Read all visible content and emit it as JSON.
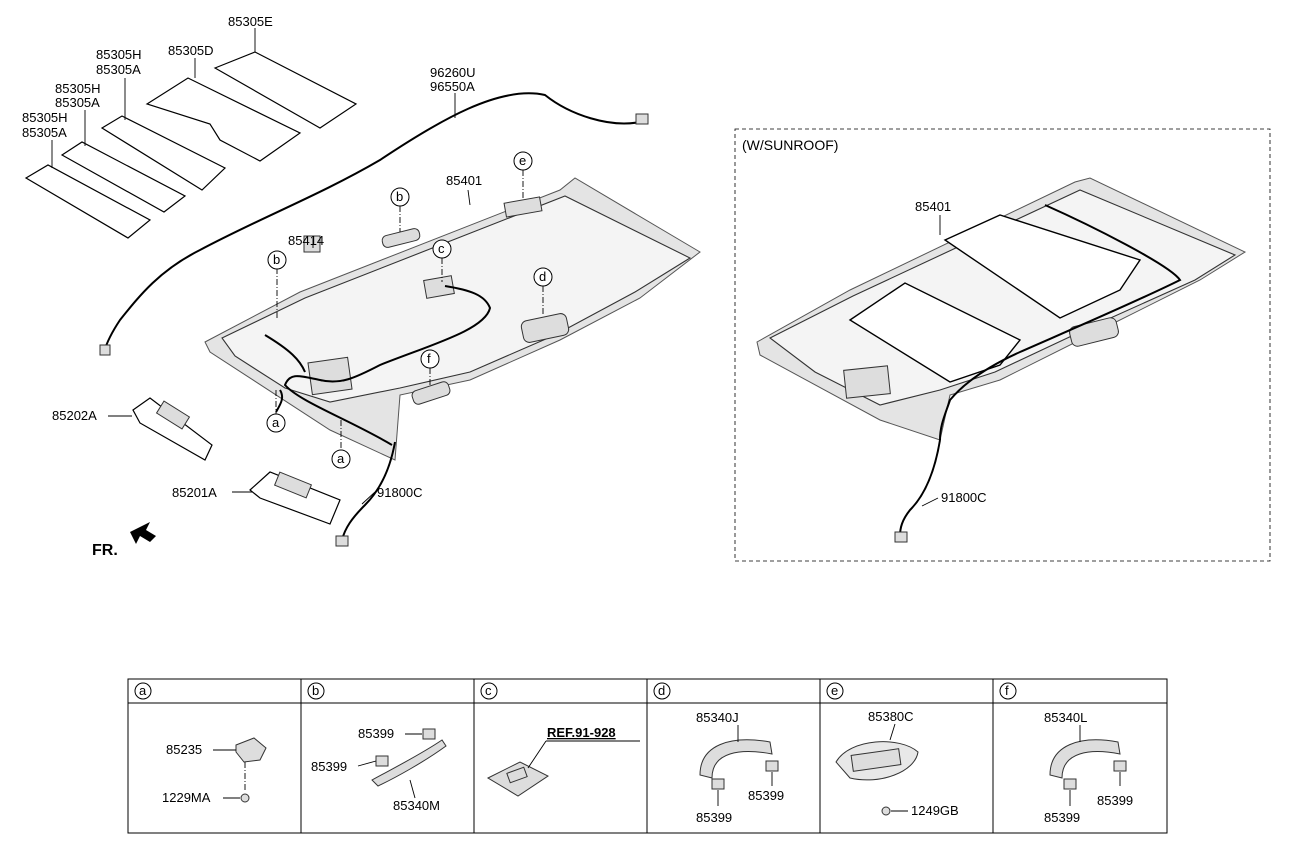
{
  "main_labels": {
    "p85305E": "85305E",
    "p85305D": "85305D",
    "p85305H_1": "85305H",
    "p85305A_1": "85305A",
    "p85305H_2": "85305H",
    "p85305A_2": "85305A",
    "p85305H_3": "85305H",
    "p85305A_3": "85305A",
    "p96260U": "96260U",
    "p96550A": "96550A",
    "p85401": "85401",
    "p85414": "85414",
    "p85202A": "85202A",
    "p85201A": "85201A",
    "p91800C": "91800C",
    "front": "FR."
  },
  "callouts": {
    "a1": "a",
    "a2": "a",
    "b1": "b",
    "b2": "b",
    "c": "c",
    "d": "d",
    "e": "e",
    "f": "f"
  },
  "sunroof_view": {
    "title": "(W/SUNROOF)",
    "p85401": "85401",
    "p91800C": "91800C"
  },
  "detail_table": {
    "headers": [
      "a",
      "b",
      "c",
      "d",
      "e",
      "f"
    ],
    "cell_a": {
      "part1": "85235",
      "part2": "1229MA"
    },
    "cell_b": {
      "part1": "85399",
      "part2": "85399",
      "part3": "85340M"
    },
    "cell_c": {
      "ref": "REF.91-928"
    },
    "cell_d": {
      "part1": "85340J",
      "part2": "85399",
      "part3": "85399"
    },
    "cell_e": {
      "part1": "85380C",
      "part2": "1249GB"
    },
    "cell_f": {
      "part1": "85340L",
      "part2": "85399",
      "part3": "85399"
    }
  }
}
